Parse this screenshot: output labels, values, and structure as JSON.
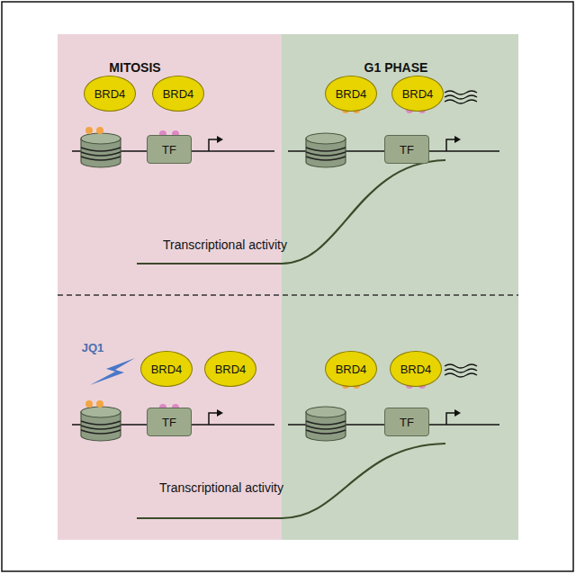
{
  "diagram": {
    "nodes": [
      {
        "text": [
          "BRD4"
        ]
      },
      {
        "text": [
          "BRD4"
        ]
      },
      {
        "text": [
          "TF"
        ]
      },
      {
        "text": [
          "BRD4"
        ]
      },
      {
        "text": [
          "BRD4"
        ]
      },
      {
        "text": [
          "TF"
        ]
      },
      {
        "text": [
          "BRD4"
        ]
      },
      {
        "text": [
          "BRD4"
        ]
      },
      {
        "text": [
          "TF"
        ]
      },
      {
        "text": [
          "BRD4"
        ]
      },
      {
        "text": [
          "BRD4"
        ]
      },
      {
        "text": [
          "TF"
        ]
      }
    ],
    "labels": [
      "MITOSIS",
      "G1 PHASE",
      "Transcriptional activity",
      "Transcriptional activity",
      "JQ1"
    ]
  }
}
